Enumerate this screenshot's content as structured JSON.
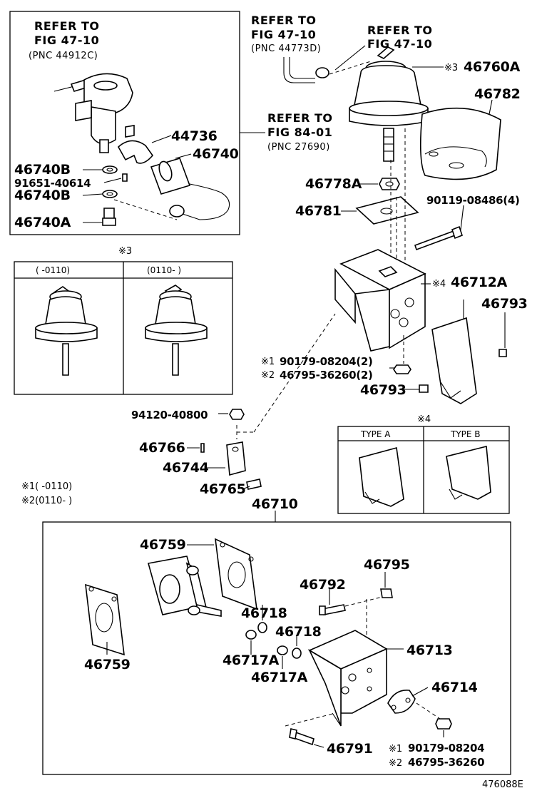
{
  "refs": {
    "ref1": {
      "line1": "REFER TO",
      "line2": "FIG 47-10",
      "line3": "(PNC 44912C)"
    },
    "ref2": {
      "line1": "REFER TO",
      "line2": "FIG 47-10",
      "line3": "(PNC 44773D)"
    },
    "ref3": {
      "line1": "REFER TO",
      "line2": "FIG 47-10"
    },
    "ref4": {
      "line1": "REFER TO",
      "line2": "FIG 84-01",
      "line3": "(PNC 27690)"
    }
  },
  "parts": {
    "p44736": "44736",
    "p46740": "46740",
    "p46740B_1": "46740B",
    "p91651": "91651-40614",
    "p46740B_2": "46740B",
    "p46740A": "46740A",
    "p46760A": "46760A",
    "p46782": "46782",
    "p46778A": "46778A",
    "p90119": "90119-08486(4)",
    "p46781": "46781",
    "p46712A": "46712A",
    "p46793_1": "46793",
    "p90179_2": "90179-08204(2)",
    "p46795_2": "46795-36260(2)",
    "p46793_2": "46793",
    "p94120": "94120-40800",
    "p46766": "46766",
    "p46744": "46744",
    "p46765": "46765",
    "p46710": "46710",
    "p46759_1": "46759",
    "p46795": "46795",
    "p46792": "46792",
    "p46718_1": "46718",
    "p46718_2": "46718",
    "p46717A_1": "46717A",
    "p46717A_2": "46717A",
    "p46713": "46713",
    "p46759_2": "46759",
    "p46714": "46714",
    "p46791": "46791",
    "p90179": "90179-08204",
    "p46795_36260": "46795-36260"
  },
  "marks": {
    "m3": "※3",
    "m4": "※4",
    "m1": "※1",
    "m2": "※2",
    "m1b": "※1",
    "m2b": "※2"
  },
  "table3": {
    "title": "※3",
    "col1": "(      -0110)",
    "col2": "(0110-      )"
  },
  "table4": {
    "title": "※4",
    "col1": "TYPE A",
    "col2": "TYPE B"
  },
  "legend": {
    "l1": "※1(      -0110)",
    "l2": "※2(0110-      )"
  },
  "figure_id": "476088E"
}
